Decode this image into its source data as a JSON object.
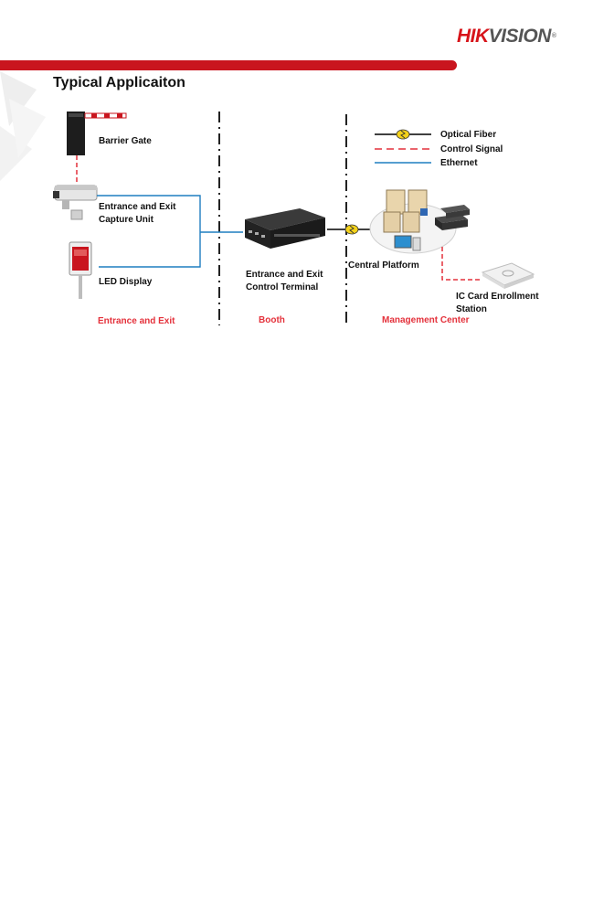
{
  "brand": {
    "logo_text_1": "HIK",
    "logo_text_2": "VISION",
    "logo_mark": "®",
    "color_red": "#c9151e",
    "color_gray": "#555555"
  },
  "page": {
    "title": "Typical Applicaiton"
  },
  "legend": {
    "optical_fiber": "Optical Fiber",
    "control_signal": "Control Signal",
    "ethernet": "Ethernet",
    "colors": {
      "optical_fiber": "#000000",
      "control_signal": "#e4313b",
      "ethernet": "#1f7ec0"
    }
  },
  "devices": {
    "barrier_gate": "Barrier Gate",
    "capture_unit_1": "Entrance and Exit",
    "capture_unit_2": "Capture Unit",
    "led_display": "LED Display",
    "terminal_1": "Entrance and Exit",
    "terminal_2": "Control Terminal",
    "central_platform": "Central Platform",
    "ic_card_1": "IC Card Enrollment",
    "ic_card_2": "Station"
  },
  "zones": {
    "entrance_exit": "Entrance and Exit",
    "booth": "Booth",
    "management_center": "Management Center"
  }
}
